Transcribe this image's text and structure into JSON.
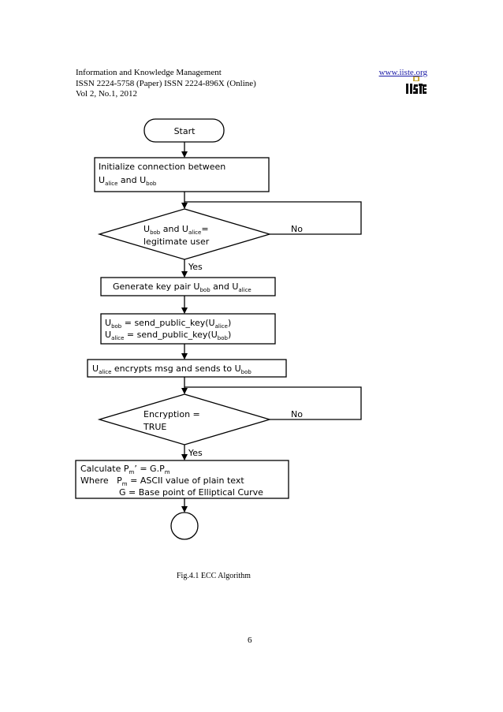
{
  "header": {
    "journal": "Information and Knowledge Management",
    "issn": "ISSN 2224-5758 (Paper) ISSN 2224-896X (Online)",
    "volume": "Vol 2, No.1, 2012",
    "website": "www.iiste.org",
    "logo_text": "IISTE"
  },
  "flowchart": {
    "start": "Start",
    "init_line1": "Initialize connection between",
    "init_line2_a": "U",
    "init_line2_sub1": "alice",
    "init_line2_b": " and U",
    "init_line2_sub2": "bob",
    "decision1_line1_a": "U",
    "decision1_line1_sub1": "bob",
    "decision1_line1_b": " and U",
    "decision1_line1_sub2": "alice",
    "decision1_line1_c": "=",
    "decision1_line2": "legitimate user",
    "no1": "No",
    "yes1": "Yes",
    "gen_a": "Generate key pair U",
    "gen_sub1": "bob",
    "gen_b": " and U",
    "gen_sub2": "alice",
    "send1_a": "U",
    "send1_sub1": "bob",
    "send1_b": " = send_public_key(U",
    "send1_sub2": "alice",
    "send1_c": ")",
    "send2_a": "U",
    "send2_sub1": "alice",
    "send2_b": " = send_public_key(U",
    "send2_sub2": "bob",
    "send2_c": ")",
    "encrypt_a": "U",
    "encrypt_sub1": "alice",
    "encrypt_b": " encrypts msg and sends to U",
    "encrypt_sub2": "bob",
    "decision2_line1": "Encryption =",
    "decision2_line2": "TRUE",
    "no2": "No",
    "yes2": "Yes",
    "calc1_a": "Calculate P",
    "calc1_sub1": "m",
    "calc1_b": "’ = G.P",
    "calc1_sub2": "m",
    "calc2_a": "Where   P",
    "calc2_sub1": "m",
    "calc2_b": " = ASCII value of plain text",
    "calc3": "G = Base point of Elliptical Curve"
  },
  "caption": "Fig.4.1 ECC Algorithm",
  "page_number": "6"
}
